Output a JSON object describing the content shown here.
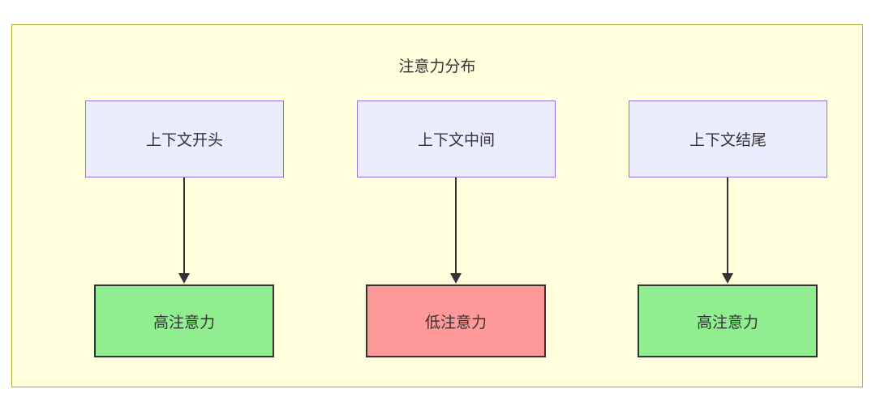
{
  "diagram": {
    "title": "注意力分布",
    "columns": [
      {
        "source": "上下文开头",
        "target": "高注意力",
        "attention_level": "high"
      },
      {
        "source": "上下文中间",
        "target": "低注意力",
        "attention_level": "low"
      },
      {
        "source": "上下文结尾",
        "target": "高注意力",
        "attention_level": "high"
      }
    ],
    "colors": {
      "container_bg": "#ffffde",
      "container_border": "#aaaa33",
      "source_bg": "#ECECFF",
      "source_border": "#9370DB",
      "high_bg": "#90EE90",
      "low_bg": "#FF9999",
      "node_border": "#333333",
      "arrow": "#333333"
    }
  }
}
